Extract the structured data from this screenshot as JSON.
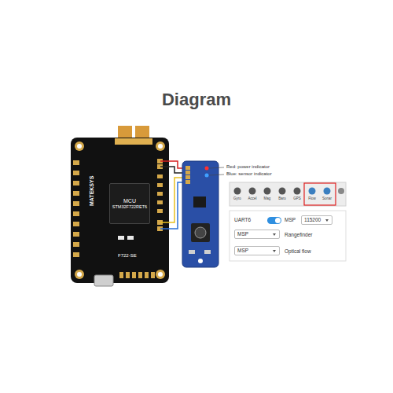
{
  "diagram": {
    "title": "Diagram",
    "nodes": [
      {
        "text": [
          "MCU",
          "STM32F722RET6"
        ]
      },
      {
        "text": [
          "115200"
        ]
      },
      {
        "text": [
          "MSP"
        ]
      },
      {
        "text": [
          "MSP"
        ]
      }
    ],
    "labels": [
      "MATEKSYS",
      "F722-SE",
      "Red: power indicator",
      "Blue: sensor indicator",
      "Gyro",
      "Accel",
      "Mag",
      "Baro",
      "GPS",
      "Flow",
      "Sonar",
      "UART6",
      "MSP",
      "Rangefinder",
      "Optical flow"
    ]
  }
}
